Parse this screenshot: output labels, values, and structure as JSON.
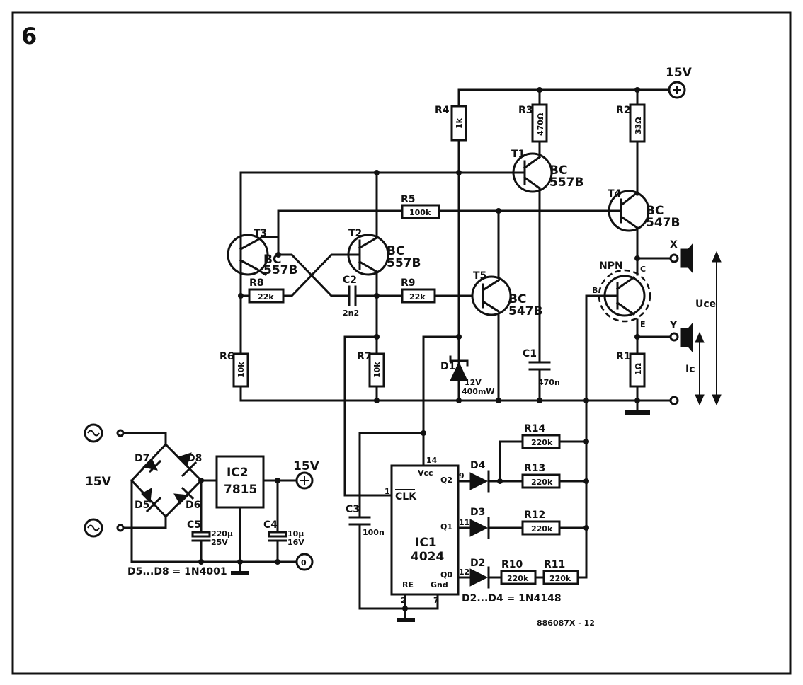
{
  "figure_number": "6",
  "supply": {
    "top": "15V",
    "out": "15V",
    "in": "15V",
    "gnd": "0"
  },
  "transistors": {
    "t1": {
      "name": "T1",
      "type": "BC\n557B"
    },
    "t2": {
      "name": "T2",
      "type": "BC\n557B"
    },
    "t3": {
      "name": "T3",
      "type": "BC\n557B"
    },
    "t4": {
      "name": "T4",
      "type": "BC\n547B"
    },
    "t5": {
      "name": "T5",
      "type": "BC\n547B"
    },
    "dut": {
      "name": "NPN",
      "b": "B",
      "c": "C",
      "e": "E"
    }
  },
  "resistors": {
    "r1": {
      "name": "R1",
      "value": "1Ω"
    },
    "r2": {
      "name": "R2",
      "value": "33Ω"
    },
    "r3": {
      "name": "R3",
      "value": "470Ω"
    },
    "r4": {
      "name": "R4",
      "value": "1k"
    },
    "r5": {
      "name": "R5",
      "value": "100k"
    },
    "r6": {
      "name": "R6",
      "value": "10k"
    },
    "r7": {
      "name": "R7",
      "value": "10k"
    },
    "r8": {
      "name": "R8",
      "value": "22k"
    },
    "r9": {
      "name": "R9",
      "value": "22k"
    },
    "r10": {
      "name": "R10",
      "value": "220k"
    },
    "r11": {
      "name": "R11",
      "value": "220k"
    },
    "r12": {
      "name": "R12",
      "value": "220k"
    },
    "r13": {
      "name": "R13",
      "value": "220k"
    },
    "r14": {
      "name": "R14",
      "value": "220k"
    }
  },
  "capacitors": {
    "c1": {
      "name": "C1",
      "value": "470n"
    },
    "c2": {
      "name": "C2",
      "value": "2n2"
    },
    "c3": {
      "name": "C3",
      "value": "100n"
    },
    "c4": {
      "name": "C4",
      "value": "10µ",
      "volt": "16V"
    },
    "c5": {
      "name": "C5",
      "value": "220µ",
      "volt": "25V"
    }
  },
  "diodes": {
    "d1": {
      "name": "D1",
      "value": "12V",
      "power": "400mW"
    },
    "d2": "D2",
    "d3": "D3",
    "d4": "D4",
    "d5": "D5",
    "d6": "D6",
    "d7": "D7",
    "d8": "D8"
  },
  "ic1": {
    "name": "IC1",
    "type": "4024",
    "vcc": "Vcc",
    "clk": "CLK",
    "re": "RE",
    "gnd": "Gnd",
    "q0": "Q0",
    "q1": "Q1",
    "q2": "Q2",
    "pins": {
      "clk": "1",
      "vcc": "14",
      "q2": "9",
      "q1": "11",
      "q0": "12",
      "re": "2",
      "gnd": "7"
    }
  },
  "ic2": {
    "name": "IC2",
    "type": "7815"
  },
  "terminals": {
    "x": "X",
    "y": "Y",
    "uce": "Uce",
    "ic": "Ic"
  },
  "notes": {
    "d5_d8": "D5...D8 = 1N4001",
    "d2_d4": "D2...D4 = 1N4148",
    "code": "886087X - 12"
  }
}
